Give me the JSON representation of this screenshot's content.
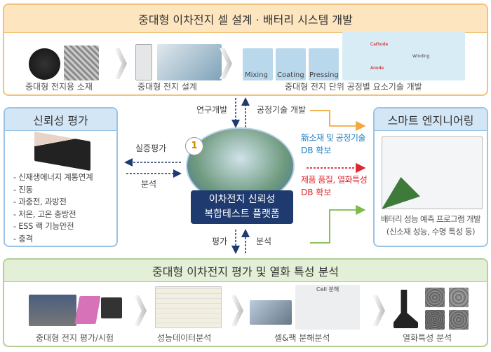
{
  "top": {
    "title": "중대형 이차전지 셀 설계 · 배터리 시스템 개발",
    "items": [
      "중대형 전지용 소재",
      "중대형 전지 설계",
      "중대형 전지 단위 공정별 요소기술 개발"
    ],
    "process_steps": [
      "Mixing",
      "Coating",
      "Pressing"
    ],
    "diagram_labels": [
      "Cathode",
      "Anode",
      "Winding"
    ]
  },
  "left": {
    "title": "신뢰성 평가",
    "list": [
      "- 신재생에너지 계통연계",
      "- 진동",
      "- 과충전, 과방전",
      "- 저온, 고온 충방전",
      "- ESS 랙 기능안전",
      "- 충격"
    ]
  },
  "right": {
    "title": "스마트 엔지니어링",
    "caption1": "배터리 성능 예측 프로그램 개발",
    "caption2": "(신소재 성능, 수명 특성 등)"
  },
  "center": {
    "line1": "이차전지 신뢰성",
    "line2": "복합테스트 플랫폼",
    "top_left": "연구개발",
    "top_right": "공정기술 개발",
    "left_top": "실증평가",
    "left_bottom": "분석",
    "bottom_left": "평가",
    "bottom_right": "분석",
    "blue1": "新소재 및 공정기술",
    "blue2": "DB 확보",
    "red1": "제품 품질, 열화특성",
    "red2": "DB 확보"
  },
  "bottom": {
    "title": "중대형 이차전지 평가 및 열화 특성 분석",
    "items": [
      "중대형 전지 평가/시험",
      "성능데이터분석",
      "셀&팩 분해분석",
      "열화특성 분석"
    ],
    "cell_label": "Cell 분해"
  },
  "colors": {
    "orange": "#f4a93b",
    "blue_text": "#1a7fc4",
    "red": "#e0262c",
    "green": "#7dba4a",
    "navy": "#1f3a6e"
  }
}
